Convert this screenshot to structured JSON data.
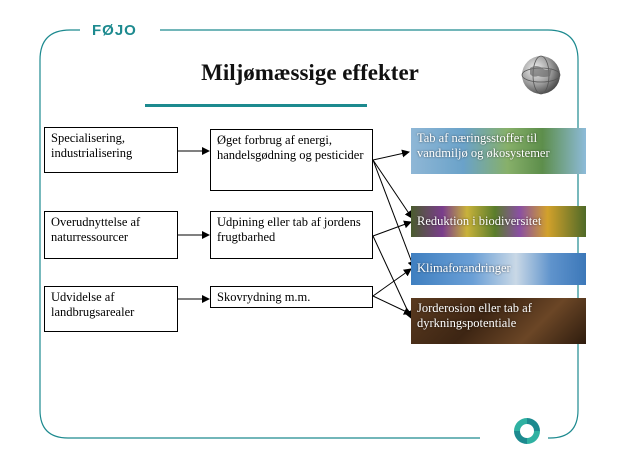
{
  "brand": "FØJO",
  "title": "Miljømæssige effekter",
  "causes": [
    {
      "text": "Specialisering, industrialisering"
    },
    {
      "text": "Overudnyttelse af naturressourcer"
    },
    {
      "text": "Udvidelse af landbrugsarealer"
    }
  ],
  "practices": [
    {
      "text": "Øget forbrug af energi, handelsgødning og pesticider"
    },
    {
      "text": "Udpining eller tab af jordens frugtbarhed"
    },
    {
      "text": "Skovrydning m.m."
    }
  ],
  "effects": [
    {
      "text": "Tab af næringsstoffer til vandmiljø og økosystemer"
    },
    {
      "text": "Reduktion i biodiversitet"
    },
    {
      "text": "Klimaforandringer"
    },
    {
      "text": "Jorderosion eller tab af dyrkningspotentiale"
    }
  ],
  "colors": {
    "accent": "#1d8a8f",
    "frame": "#1d8a8f"
  },
  "icons": {
    "globe": "globe-icon",
    "logo": "recycle-logo-icon"
  }
}
